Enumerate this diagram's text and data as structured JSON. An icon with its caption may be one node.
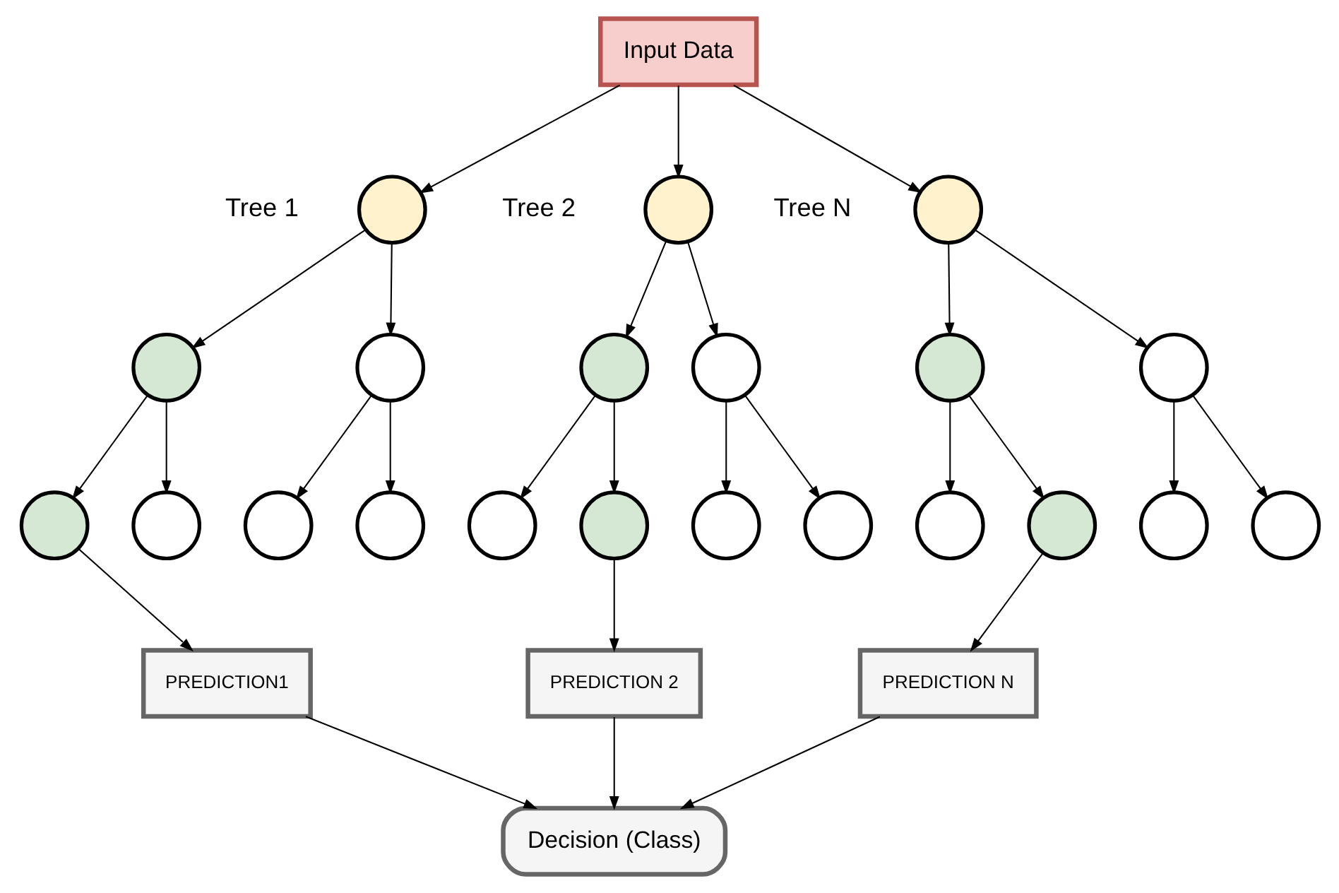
{
  "diagram": {
    "nodes": [
      {
        "text": [
          "Input Data"
        ]
      },
      {
        "text": [],
        "shape": "circle",
        "beside": [
          "Tree 1"
        ]
      },
      {
        "text": [],
        "shape": "circle"
      },
      {
        "text": [],
        "shape": "circle"
      },
      {
        "text": [],
        "shape": "circle"
      },
      {
        "text": [],
        "shape": "circle"
      },
      {
        "text": [],
        "shape": "circle"
      },
      {
        "text": [],
        "shape": "circle"
      },
      {
        "text": [],
        "shape": "circle",
        "beside": [
          "Tree 2"
        ]
      },
      {
        "text": [],
        "shape": "circle"
      },
      {
        "text": [],
        "shape": "circle"
      },
      {
        "text": [],
        "shape": "circle"
      },
      {
        "text": [],
        "shape": "circle"
      },
      {
        "text": [],
        "shape": "circle"
      },
      {
        "text": [],
        "shape": "circle"
      },
      {
        "text": [],
        "shape": "circle",
        "beside": [
          "Tree N"
        ]
      },
      {
        "text": [],
        "shape": "circle"
      },
      {
        "text": [],
        "shape": "circle"
      },
      {
        "text": [],
        "shape": "circle"
      },
      {
        "text": [],
        "shape": "circle"
      },
      {
        "text": [],
        "shape": "circle"
      },
      {
        "text": [],
        "shape": "circle"
      },
      {
        "text": [
          "PREDICTION1"
        ]
      },
      {
        "text": [
          "PREDICTION 2"
        ]
      },
      {
        "text": [
          "PREDICTION N"
        ]
      },
      {
        "text": [
          "Decision (Class)"
        ]
      }
    ],
    "edges": [
      {
        "from": 0,
        "to": 1,
        "arrow": "to"
      },
      {
        "from": 0,
        "to": 8,
        "arrow": "to"
      },
      {
        "from": 0,
        "to": 15,
        "arrow": "to"
      },
      {
        "from": 1,
        "to": 2,
        "arrow": "to"
      },
      {
        "from": 1,
        "to": 3,
        "arrow": "to"
      },
      {
        "from": 2,
        "to": 4,
        "arrow": "to"
      },
      {
        "from": 2,
        "to": 5,
        "arrow": "to"
      },
      {
        "from": 3,
        "to": 6,
        "arrow": "to"
      },
      {
        "from": 3,
        "to": 7,
        "arrow": "to"
      },
      {
        "from": 8,
        "to": 9,
        "arrow": "to"
      },
      {
        "from": 8,
        "to": 10,
        "arrow": "to"
      },
      {
        "from": 9,
        "to": 11,
        "arrow": "to"
      },
      {
        "from": 9,
        "to": 12,
        "arrow": "to"
      },
      {
        "from": 10,
        "to": 13,
        "arrow": "to"
      },
      {
        "from": 10,
        "to": 14,
        "arrow": "to"
      },
      {
        "from": 15,
        "to": 16,
        "arrow": "to"
      },
      {
        "from": 15,
        "to": 17,
        "arrow": "to"
      },
      {
        "from": 16,
        "to": 18,
        "arrow": "to"
      },
      {
        "from": 16,
        "to": 19,
        "arrow": "to"
      },
      {
        "from": 17,
        "to": 20,
        "arrow": "to"
      },
      {
        "from": 17,
        "to": 21,
        "arrow": "to"
      },
      {
        "from": 4,
        "to": 22,
        "arrow": "to"
      },
      {
        "from": 12,
        "to": 23,
        "arrow": "to"
      },
      {
        "from": 19,
        "to": 24,
        "arrow": "to"
      },
      {
        "from": 22,
        "to": 25,
        "arrow": "to"
      },
      {
        "from": 23,
        "to": 25,
        "arrow": "to"
      },
      {
        "from": 24,
        "to": 25,
        "arrow": "to"
      }
    ]
  }
}
